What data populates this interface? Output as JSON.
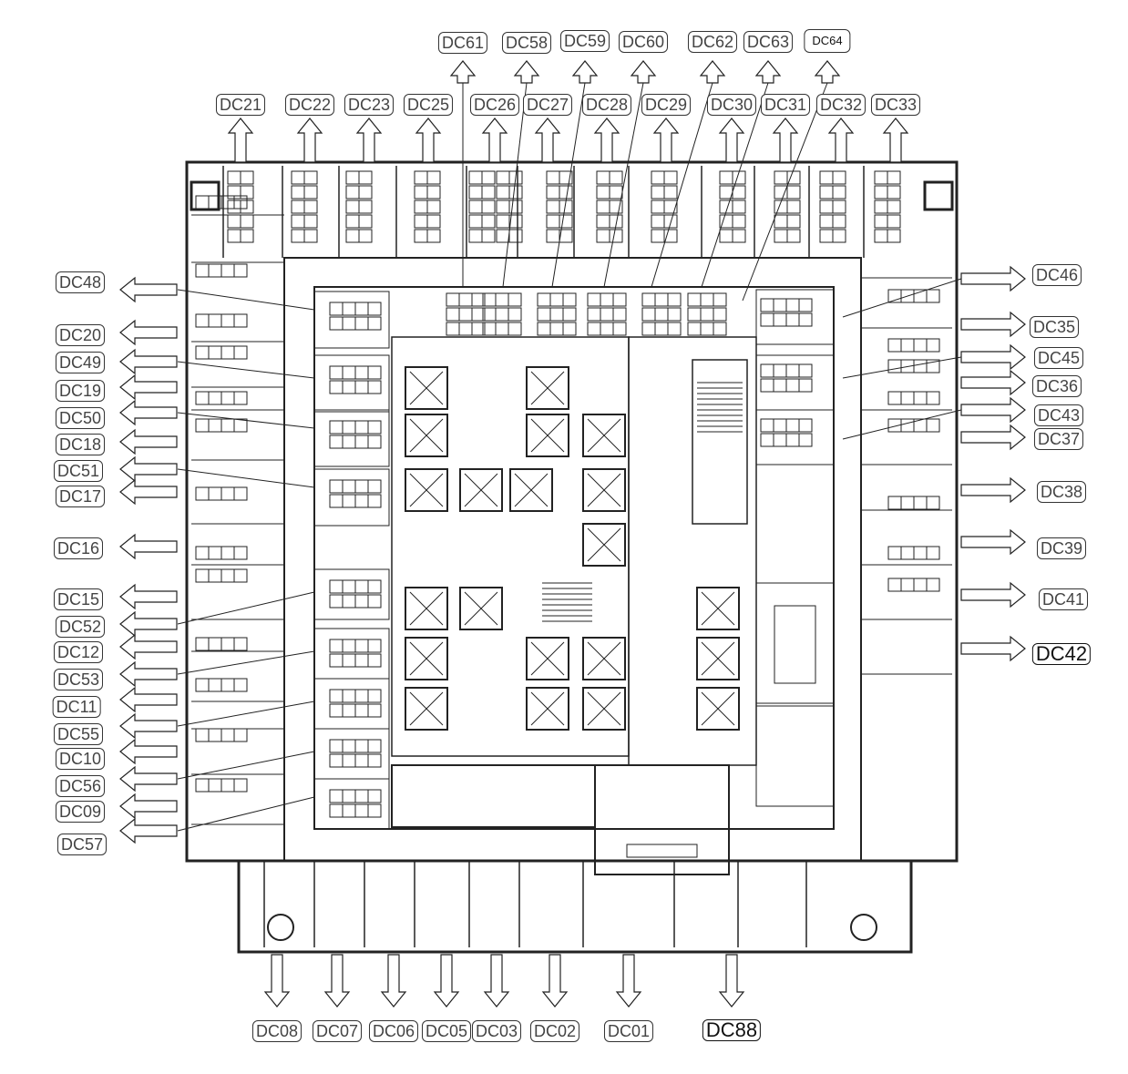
{
  "title": "Floor plan desk code layout",
  "labels": {
    "top_upper": [
      "DC61",
      "DC58",
      "DC59",
      "DC60",
      "DC62",
      "DC63",
      "DC64"
    ],
    "top": [
      "DC21",
      "DC22",
      "DC23",
      "DC25",
      "DC26",
      "DC27",
      "DC28",
      "DC29",
      "DC30",
      "DC31",
      "DC32",
      "DC33"
    ],
    "left": [
      "DC48",
      "DC20",
      "DC49",
      "DC19",
      "DC50",
      "DC18",
      "DC51",
      "DC17",
      "DC16",
      "DC15",
      "DC52",
      "DC12",
      "DC53",
      "DC11",
      "DC55",
      "DC10",
      "DC56",
      "DC09",
      "DC57"
    ],
    "right": [
      "DC46",
      "DC35",
      "DC45",
      "DC36",
      "DC43",
      "DC37",
      "DC38",
      "DC39",
      "DC41",
      "DC42"
    ],
    "bottom": [
      "DC08",
      "DC07",
      "DC06",
      "DC05",
      "DC03",
      "DC02",
      "DC01",
      "DC88"
    ]
  }
}
